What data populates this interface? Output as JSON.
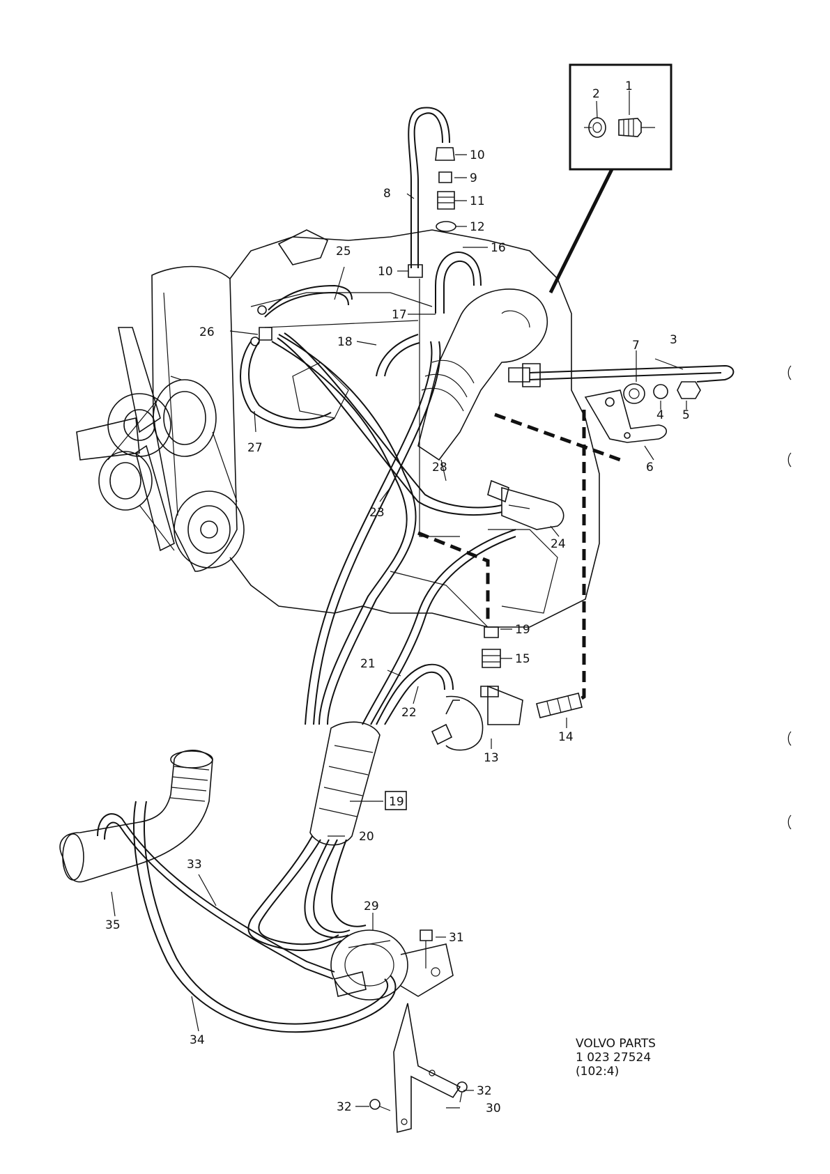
{
  "callouts": [
    "1",
    "2",
    "3",
    "4",
    "5",
    "6",
    "7",
    "8",
    "9",
    "10",
    "10",
    "11",
    "12",
    "13",
    "14",
    "15",
    "16",
    "17",
    "18",
    "19",
    "19",
    "20",
    "21",
    "22",
    "23",
    "24",
    "25",
    "26",
    "27",
    "28",
    "29",
    "30",
    "31",
    "32",
    "32",
    "33",
    "34",
    "35"
  ],
  "boxed_ref": "19",
  "footer": {
    "line1": "VOLVO PARTS",
    "line2": "1 023 27524",
    "line3": "(102:4)"
  }
}
